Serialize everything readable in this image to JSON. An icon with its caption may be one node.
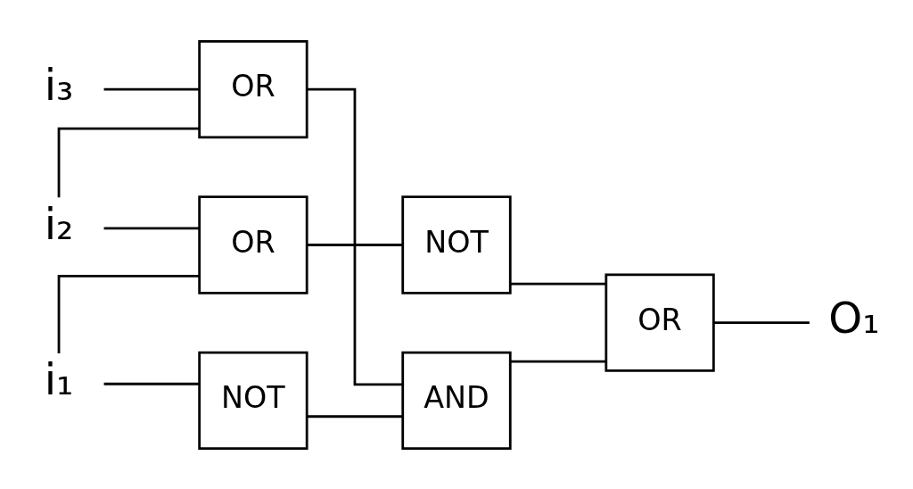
{
  "diagram": {
    "nodes": [
      {
        "text": [
          "i₁"
        ]
      },
      {
        "text": [
          "OR"
        ]
      },
      {
        "text": [
          "NOT"
        ]
      },
      {
        "text": [
          "OR"
        ]
      },
      {
        "text": [
          "O₁"
        ]
      },
      {
        "text": [
          "i₂"
        ]
      },
      {
        "text": [
          "NOT"
        ]
      },
      {
        "text": [
          "AND"
        ]
      },
      {
        "text": [
          "i₃"
        ]
      },
      {
        "text": [
          "OR"
        ]
      }
    ],
    "edges": [
      {
        "from": 0,
        "to": 1,
        "arrow": "none"
      },
      {
        "from": 0,
        "to": 6,
        "arrow": "none"
      },
      {
        "from": 5,
        "to": 1,
        "arrow": "none"
      },
      {
        "from": 5,
        "to": 9,
        "arrow": "none"
      },
      {
        "from": 8,
        "to": 9,
        "arrow": "none"
      },
      {
        "from": 1,
        "to": 2,
        "arrow": "none"
      },
      {
        "from": 2,
        "to": 3,
        "arrow": "none"
      },
      {
        "from": 6,
        "to": 7,
        "arrow": "none"
      },
      {
        "from": 9,
        "to": 7,
        "arrow": "none"
      },
      {
        "from": 7,
        "to": 3,
        "arrow": "none"
      },
      {
        "from": 3,
        "to": 4,
        "arrow": "none"
      }
    ]
  }
}
